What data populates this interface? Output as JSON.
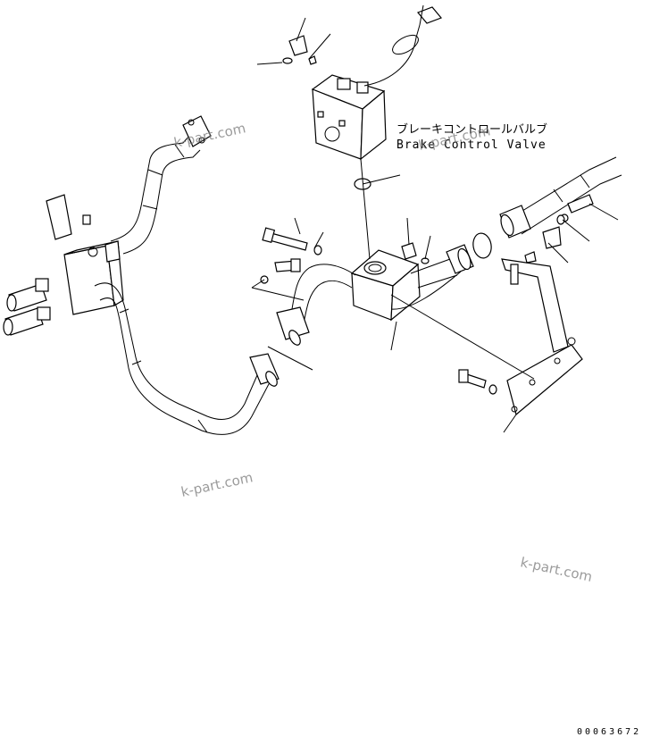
{
  "label": {
    "japanese": "ブレーキコントロールバルブ",
    "english": "Brake Control Valve"
  },
  "watermarks": [
    "k-part.com",
    "k-part.com",
    "k-part.com",
    "k-part.com"
  ],
  "drawing_number": "00063672"
}
